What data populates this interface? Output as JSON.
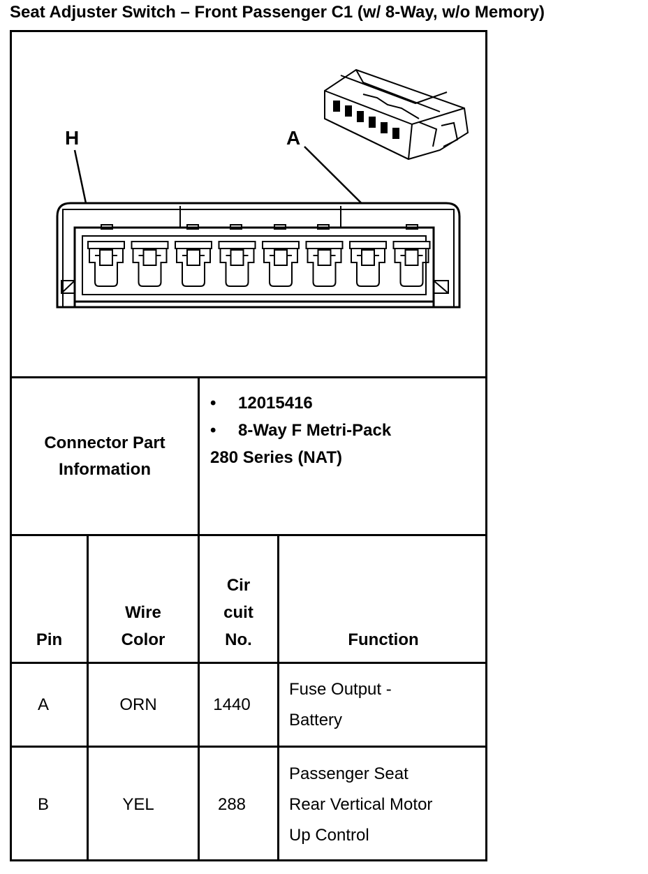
{
  "title": "Seat Adjuster Switch – Front Passenger C1 (w/ 8-Way, w/o Memory)",
  "diagram": {
    "label_h": "H",
    "label_a": "A",
    "pin_count": 8
  },
  "connector_info": {
    "label_line1": "Connector Part",
    "label_line2": "Information",
    "bullet_symbol": "•",
    "part_number": "12015416",
    "description_line1": "8-Way F Metri-Pack",
    "description_line2": "280 Series (NAT)"
  },
  "table": {
    "headers": {
      "pin": "Pin",
      "wire_color_line1": "Wire",
      "wire_color_line2": "Color",
      "circuit_line1": "Cir",
      "circuit_line2": "cuit",
      "circuit_line3": "No.",
      "function": "Function"
    },
    "rows": [
      {
        "pin": "A",
        "wire_color": "ORN",
        "circuit": "1440",
        "function_lines": [
          "Fuse Output -",
          "Battery"
        ]
      },
      {
        "pin": "B",
        "wire_color": "YEL",
        "circuit": "288",
        "function_lines": [
          "Passenger Seat",
          "Rear Vertical Motor",
          "Up Control"
        ]
      }
    ]
  }
}
